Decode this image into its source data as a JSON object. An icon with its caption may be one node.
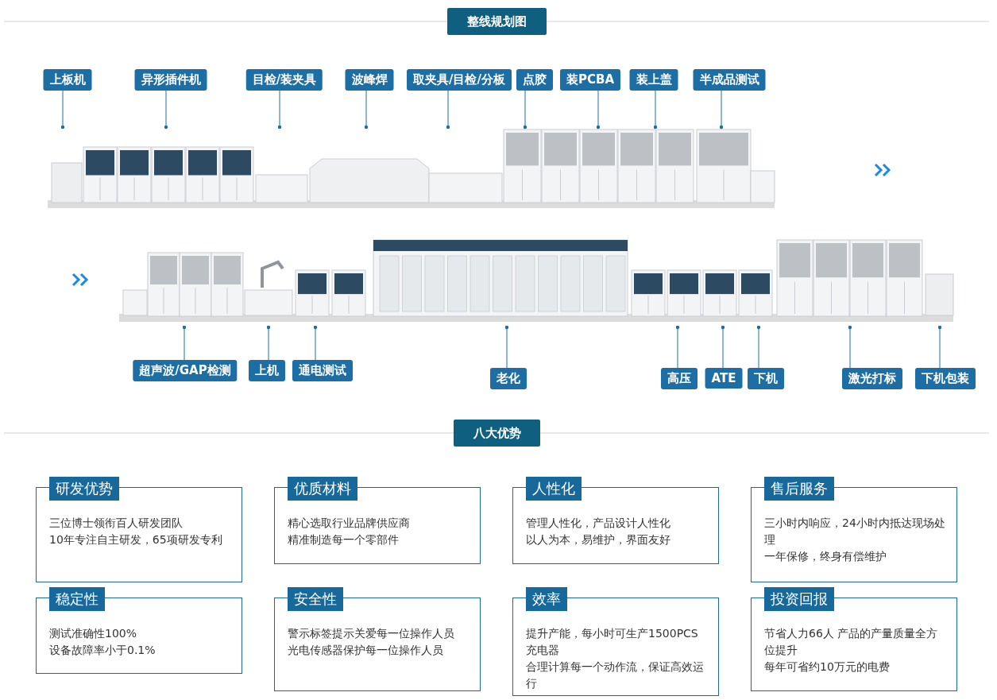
{
  "diagram": {
    "nodes": [
      {
        "text": [
          "整线规划图"
        ]
      },
      {
        "text": [
          "上板机"
        ]
      },
      {
        "text": [
          "异形插件机"
        ]
      },
      {
        "text": [
          "目检/装夹具"
        ]
      },
      {
        "text": [
          "波峰焊"
        ]
      },
      {
        "text": [
          "取夹具/目检/分板"
        ]
      },
      {
        "text": [
          "点胶"
        ]
      },
      {
        "text": [
          "装PCBA"
        ]
      },
      {
        "text": [
          "装上盖"
        ]
      },
      {
        "text": [
          "半成品测试"
        ]
      },
      {
        "text": [
          "超声波/GAP检测"
        ]
      },
      {
        "text": [
          "上机"
        ]
      },
      {
        "text": [
          "通电测试"
        ]
      },
      {
        "text": [
          "老化"
        ]
      },
      {
        "text": [
          "高压"
        ]
      },
      {
        "text": [
          "ATE"
        ]
      },
      {
        "text": [
          "下机"
        ]
      },
      {
        "text": [
          "激光打标"
        ]
      },
      {
        "text": [
          "下机包装"
        ]
      },
      {
        "text": [
          "八大优势"
        ]
      },
      {
        "text": [
          "研发优势",
          "三位博士领衔百人研发团队",
          "10年专注自主研发，65项研发专利"
        ]
      },
      {
        "text": [
          "优质材料",
          "精心选取行业品牌供应商",
          "精准制造每一个零部件"
        ]
      },
      {
        "text": [
          "人性化",
          "管理人性化，产品设计人性化",
          "以人为本，易维护，界面友好"
        ]
      },
      {
        "text": [
          "售后服务",
          "三小时内响应，24小时内抵达现场处理",
          "一年保修，终身有偿维护"
        ]
      },
      {
        "text": [
          "稳定性",
          "测试准确性100%",
          "设备故障率小于0.1%"
        ]
      },
      {
        "text": [
          "安全性",
          "警示标签提示关爱每一位操作人员",
          "光电传感器保护每一位操作人员"
        ]
      },
      {
        "text": [
          "效率",
          "提升产能，每小时可生产1500PCS充电器",
          "合理计算每一个动作流，保证高效运行"
        ]
      },
      {
        "text": [
          "投资回报",
          "节省人力66人 产品的产量质量全方位提升",
          "每年可省约10万元的电费"
        ]
      }
    ],
    "edges": [
      {
        "from": 1,
        "to": null,
        "arrow": "other"
      },
      {
        "from": 2,
        "to": null,
        "arrow": "other"
      },
      {
        "from": 3,
        "to": null,
        "arrow": "other"
      },
      {
        "from": 4,
        "to": null,
        "arrow": "other"
      },
      {
        "from": 5,
        "to": null,
        "arrow": "other"
      },
      {
        "from": 6,
        "to": null,
        "arrow": "other"
      },
      {
        "from": 7,
        "to": null,
        "arrow": "other"
      },
      {
        "from": 8,
        "to": null,
        "arrow": "other"
      },
      {
        "from": 9,
        "to": null,
        "arrow": "other"
      },
      {
        "from": 10,
        "to": null,
        "arrow": "other"
      },
      {
        "from": 11,
        "to": null,
        "arrow": "other"
      },
      {
        "from": 12,
        "to": null,
        "arrow": "other"
      },
      {
        "from": 13,
        "to": null,
        "arrow": "other"
      },
      {
        "from": 14,
        "to": null,
        "arrow": "other"
      },
      {
        "from": 15,
        "to": null,
        "arrow": "other"
      },
      {
        "from": 16,
        "to": null,
        "arrow": "other"
      },
      {
        "from": 17,
        "to": null,
        "arrow": "other"
      },
      {
        "from": 18,
        "to": null,
        "arrow": "other"
      }
    ]
  }
}
